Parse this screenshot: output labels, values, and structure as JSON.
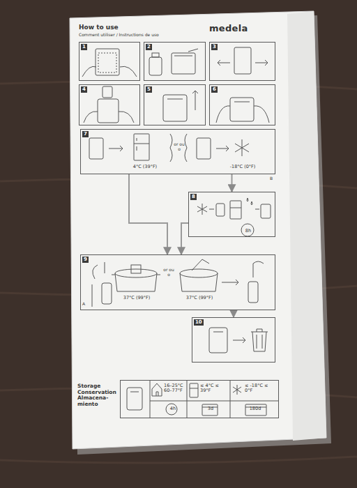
{
  "diagram": {
    "title": "How to use",
    "nodes": [
      {
        "text": [
          "1"
        ]
      },
      {
        "text": [
          "2"
        ]
      },
      {
        "text": [
          "3"
        ]
      },
      {
        "text": [
          "4"
        ]
      },
      {
        "text": [
          "5"
        ]
      },
      {
        "text": [
          "6"
        ]
      },
      {
        "text": [
          "7",
          "4°C (39°F)",
          "or ou o",
          "-18°C (0°F)"
        ]
      },
      {
        "text": [
          "8",
          "8h"
        ]
      },
      {
        "text": [
          "9",
          "37°C (99°F)",
          "or ou o",
          "37°C (99°F)"
        ]
      },
      {
        "text": [
          "10"
        ]
      },
      {
        "text": [
          "Storage Conservation Almacena-miento",
          "16–25°C 60–77°F",
          "4h",
          "≤ 4°C ≤ 39°F",
          "3d",
          "≤ -18°C ≤ 0°F",
          "180d"
        ]
      }
    ],
    "edges": [
      {
        "from": 6,
        "to": 8,
        "arrow": "to"
      },
      {
        "from": 6,
        "to": 7,
        "arrow": "to"
      },
      {
        "from": 7,
        "to": 8,
        "arrow": "to"
      },
      {
        "from": 8,
        "to": 9,
        "arrow": "to"
      }
    ],
    "labels": [
      "Comment utiliser / Instructions de uso",
      "medela",
      "B",
      "A"
    ]
  }
}
